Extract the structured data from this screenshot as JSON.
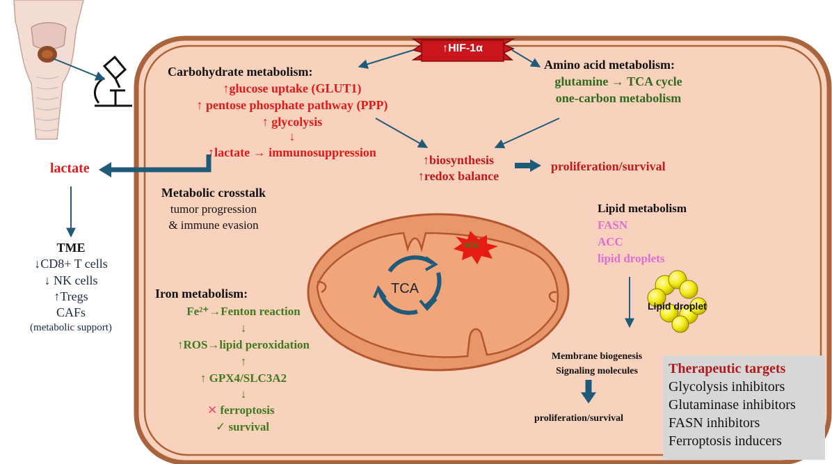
{
  "hif": {
    "label": "↑HIF-1α"
  },
  "carbohydrate": {
    "title": "Carbohydrate metabolism:",
    "lines": [
      "↑glucose uptake (GLUT1)",
      "↑ pentose phosphate pathway (PPP)",
      "↑ glycolysis",
      "↓",
      "↑lactate → immunosuppression"
    ]
  },
  "amino": {
    "title": "Amino acid metabolism:",
    "lines": [
      "glutamine → TCA cycle",
      "one-carbon metabolism"
    ]
  },
  "center": {
    "lines": [
      "↑biosynthesis",
      "↑redox balance"
    ]
  },
  "outcome_top": "proliferation/survival",
  "lactate": "lactate",
  "tme": {
    "title": "TME",
    "lines": [
      "↓CD8+  T cells",
      "↓ NK cells",
      "↑Tregs",
      "CAFs",
      "(metabolic support)"
    ]
  },
  "crosstalk": {
    "title": "Metabolic crosstalk",
    "lines": [
      "tumor progression",
      "& immune evasion"
    ]
  },
  "lipid": {
    "title": "Lipid metabolism",
    "lines": [
      "FASN",
      "ACC",
      "lipid droplets"
    ]
  },
  "mito": {
    "tca": "TCA",
    "ros": "ROS"
  },
  "lipid_droplet_label": "Lipid droplet",
  "iron": {
    "title": "Iron metabolism:",
    "lines": [
      "Fe²⁺→Fenton reaction",
      "↓",
      "↑ROS→lipid peroxidation",
      "↑",
      "↑ GPX4/SLC3A2",
      "↓"
    ],
    "fate": [
      {
        "mark": "✕",
        "text": "ferroptosis"
      },
      {
        "mark": "✓",
        "text": "survival"
      }
    ]
  },
  "membrane": {
    "lines": [
      "Membrane biogenesis",
      "Signaling molecules"
    ]
  },
  "outcome_bottom": "proliferation/survival",
  "therapeutic": {
    "title": "Therapeutic targets",
    "items": [
      "Glycolysis inhibitors",
      "Glutaminase inhibitors",
      "FASN inhibitors",
      "Ferroptosis inducers"
    ]
  },
  "colors": {
    "cell_fill": "#f9d2bd",
    "membrane": "#a8643c",
    "mito_fill": "#e8966c",
    "hif_fill": "#c9151b",
    "arrow": "#1f5a78"
  }
}
